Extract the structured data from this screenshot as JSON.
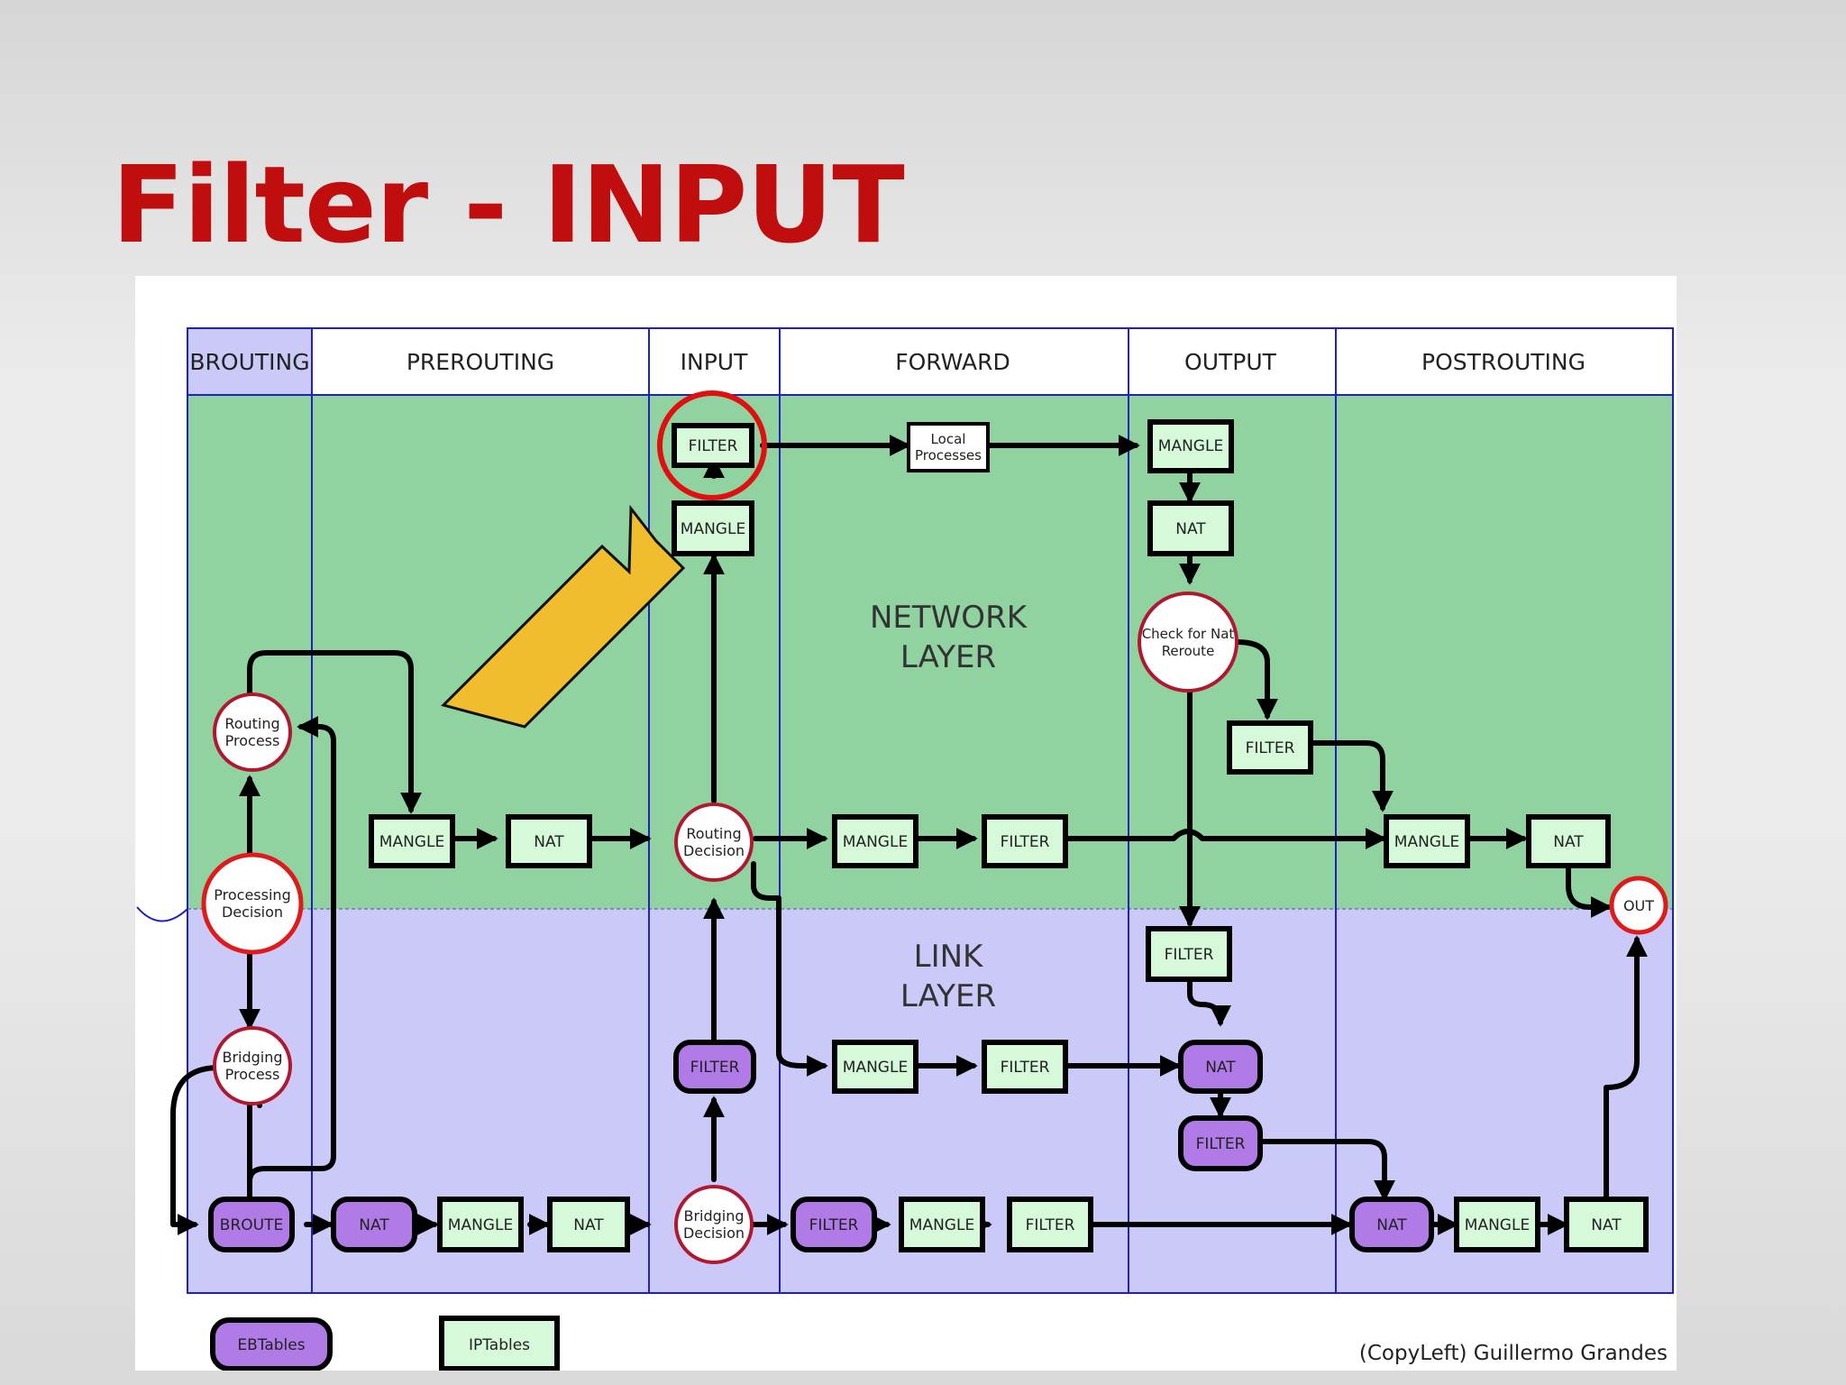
{
  "slide": {
    "title": "Filter - INPUT"
  },
  "colors": {
    "title": "#c00d0d",
    "network_layer": "#90d2a0",
    "link_layer": "#cac9f8",
    "iptables_box": "#d6fad9",
    "ebtables_box": "#b07be6",
    "lane_border": "#2020c0",
    "decision_circle": "#b01830",
    "highlight": "#e01010",
    "arrow": "#f0bd2e"
  },
  "lanes": {
    "brouting": "BROUTING",
    "prerouting": "PREROUTING",
    "input": "INPUT",
    "forward": "FORWARD",
    "output": "OUTPUT",
    "postrouting": "POSTROUTING"
  },
  "layers": {
    "network_1": "NETWORK",
    "network_2": "LAYER",
    "link_1": "LINK",
    "link_2": "LAYER"
  },
  "nodes": {
    "input_filter": "FILTER",
    "local_processes_1": "Local",
    "local_processes_2": "Processes",
    "output_mangle": "MANGLE",
    "input_mangle": "MANGLE",
    "output_nat": "NAT",
    "check_reroute_1": "Check for Nat",
    "check_reroute_2": "Reroute",
    "output_filter": "FILTER",
    "routing_process_1": "Routing",
    "routing_process_2": "Process",
    "prerouting_mangle": "MANGLE",
    "prerouting_nat": "NAT",
    "routing_decision_1": "Routing",
    "routing_decision_2": "Decision",
    "forward_mangle": "MANGLE",
    "forward_filter": "FILTER",
    "postrouting_mangle": "MANGLE",
    "postrouting_nat": "NAT",
    "out": "OUT",
    "processing_decision_1": "Processing",
    "processing_decision_2": "Decision",
    "link_output_filter": "FILTER",
    "bridging_process_1": "Bridging",
    "bridging_process_2": "Process",
    "link_input_filter": "FILTER",
    "link_forward_mangle": "MANGLE",
    "link_forward_filter": "FILTER",
    "link_output_nat": "NAT",
    "link_output_filter2": "FILTER",
    "broute": "BROUTE",
    "link_pre_nat": "NAT",
    "link_pre_mangle": "MANGLE",
    "link_pre_nat2": "NAT",
    "bridging_decision_1": "Bridging",
    "bridging_decision_2": "Decision",
    "link_fwd_filter_eb": "FILTER",
    "link_fwd_mangle": "MANGLE",
    "link_fwd_filter": "FILTER",
    "link_post_nat_eb": "NAT",
    "link_post_mangle": "MANGLE",
    "link_post_nat": "NAT"
  },
  "legend": {
    "ebtables": "EBTables",
    "iptables": "IPTables"
  },
  "credit": "(CopyLeft) Guillermo Grandes"
}
